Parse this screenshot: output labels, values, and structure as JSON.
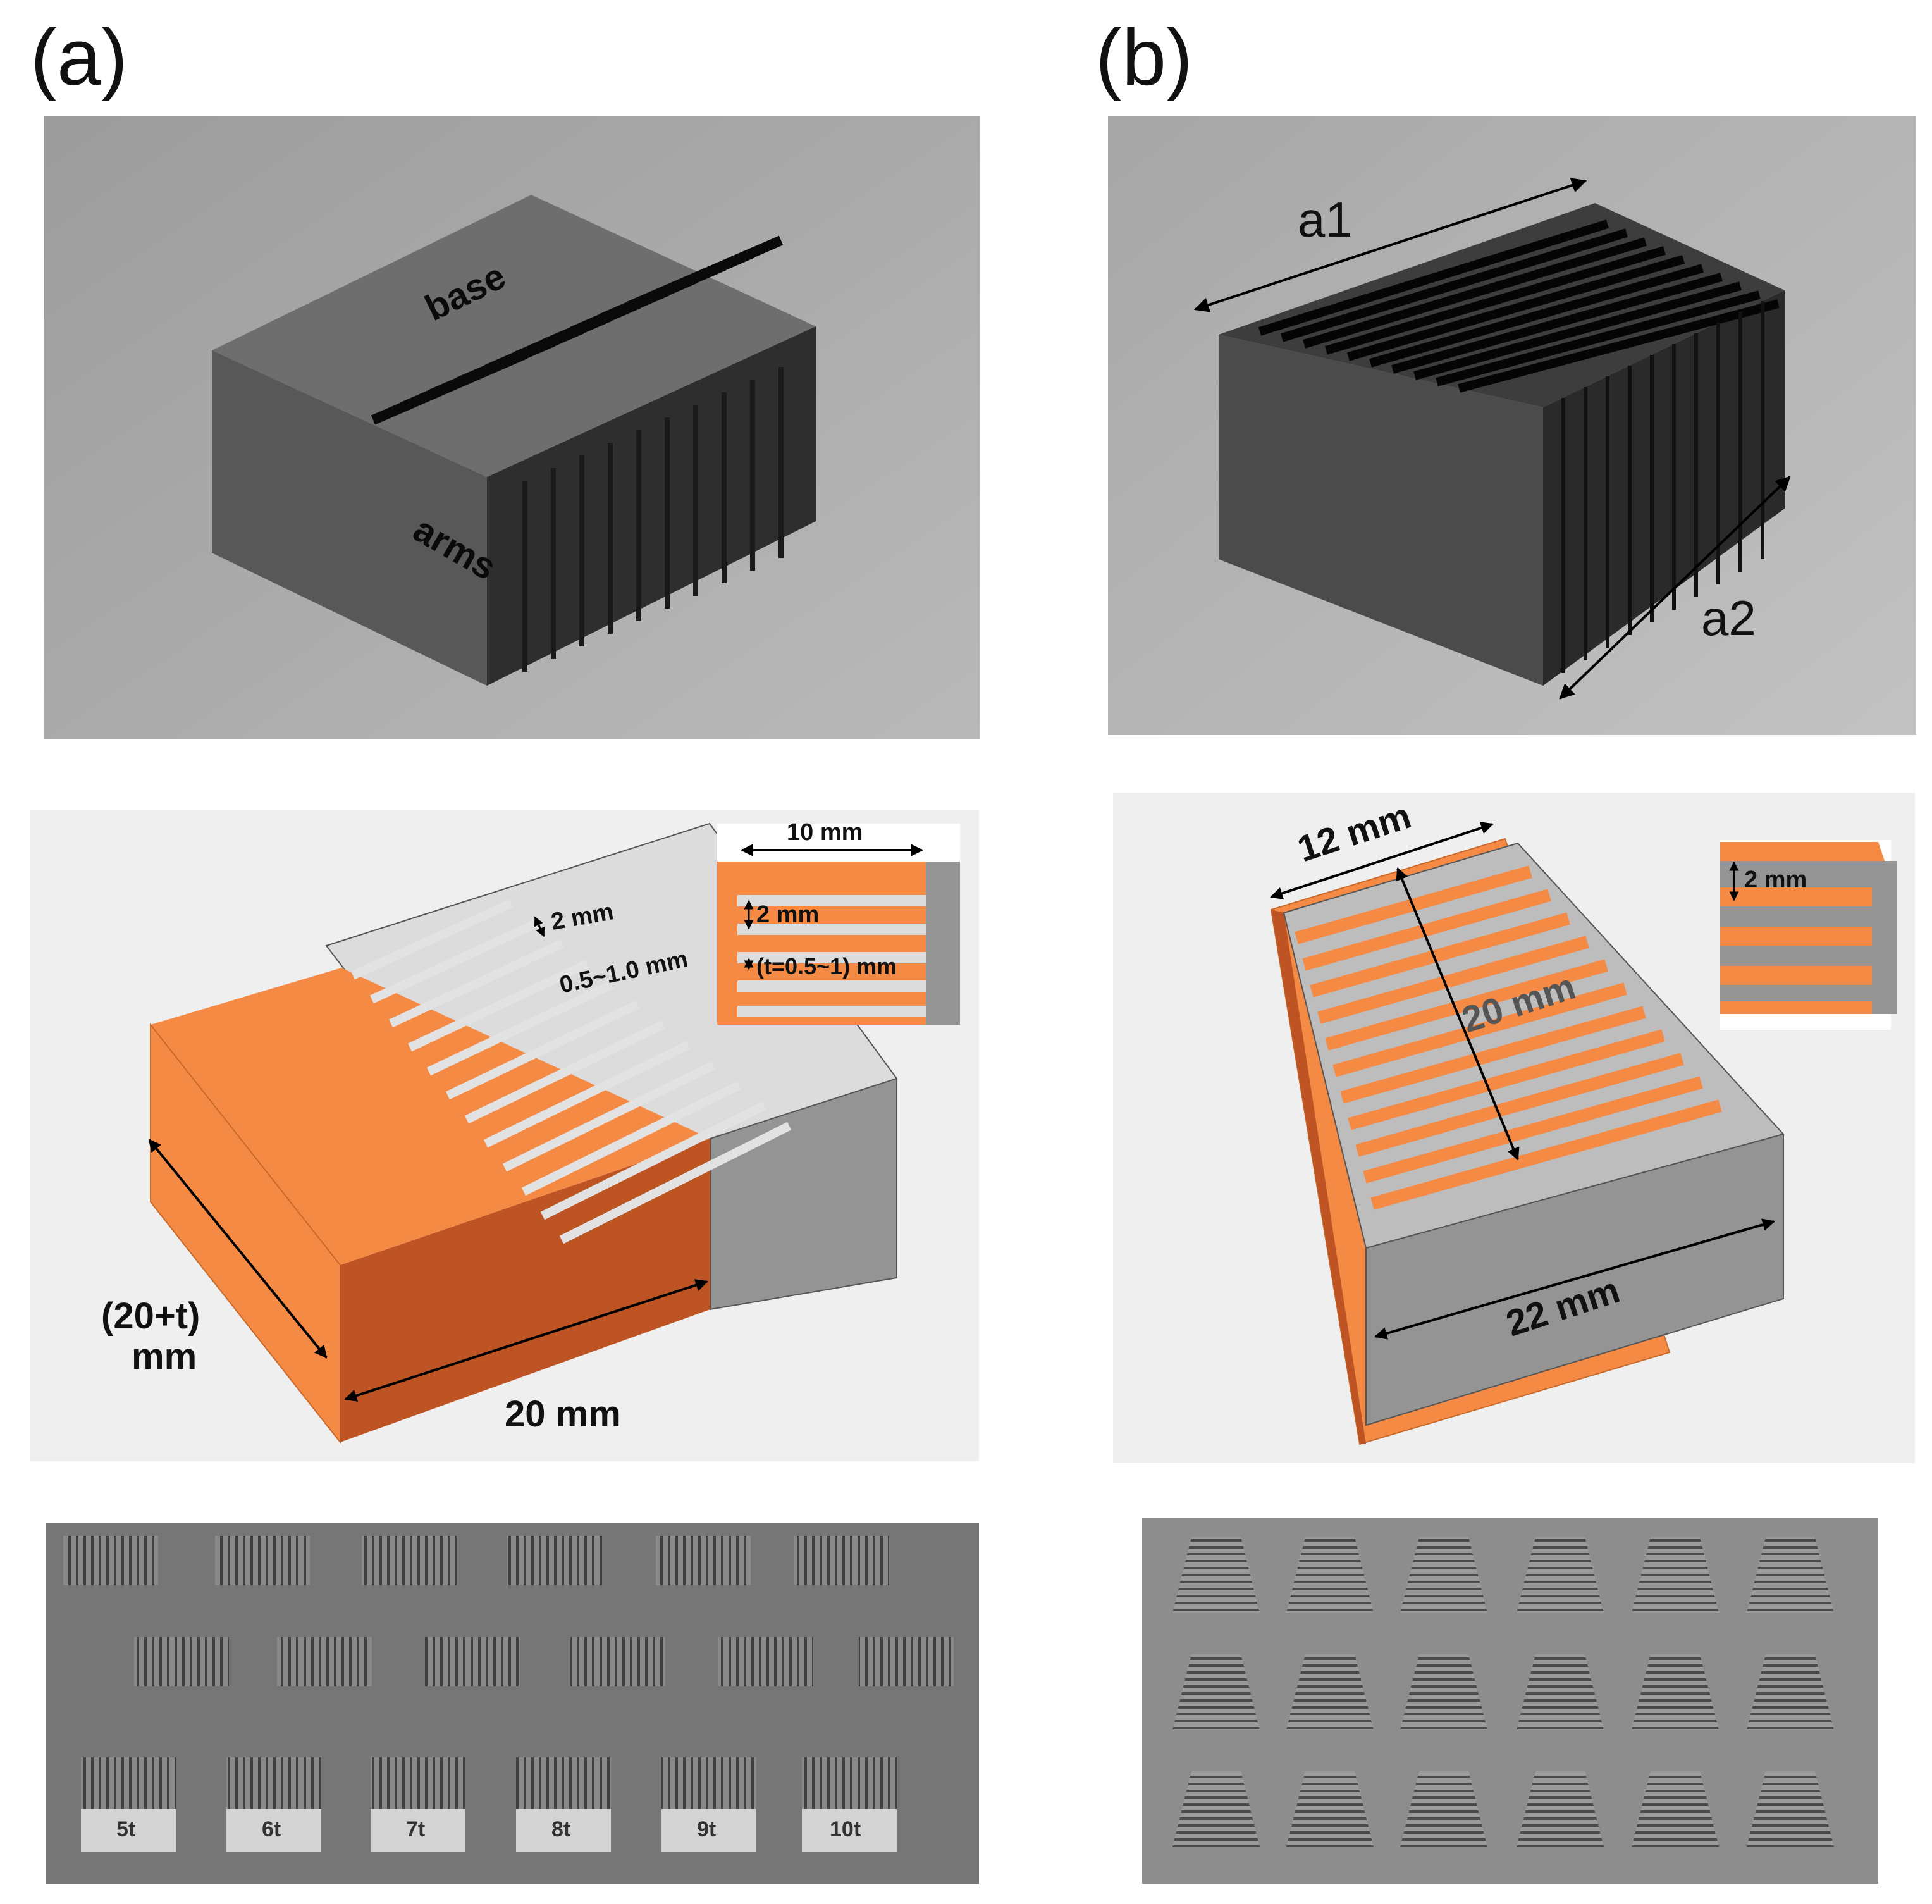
{
  "panel_labels": {
    "a": "(a)",
    "b": "(b)"
  },
  "render_a": {
    "base": "base",
    "arms": "arms"
  },
  "render_b": {
    "a1": "a1",
    "a2": "a2"
  },
  "schematic_a": {
    "pitch": "2 mm",
    "thickness": "0.5~1.0 mm",
    "width": "(20+t)",
    "width_unit": "mm",
    "length": "20 mm",
    "inset_width": "10 mm",
    "inset_pitch": "2 mm",
    "inset_thickness": "(t=0.5~1) mm"
  },
  "schematic_b": {
    "top": "12 mm",
    "height": "20 mm",
    "bottom": "22 mm",
    "inset_pitch": "2 mm"
  },
  "photo_a": {
    "labels": [
      "5t",
      "6t",
      "7t",
      "8t",
      "9t",
      "10t"
    ]
  },
  "colors": {
    "orange": "#F58A45",
    "orange_dark": "#BE5424",
    "gray": "#949494",
    "dark": "#3a3a3a"
  }
}
